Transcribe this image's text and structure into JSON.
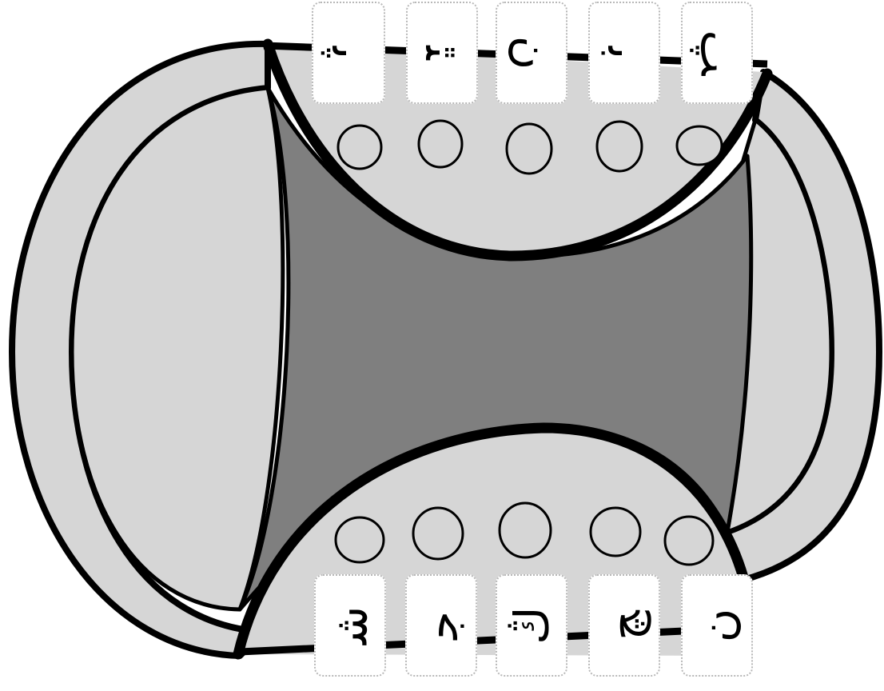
{
  "board": {
    "colors": {
      "outline": "#000000",
      "light_fill": "#d6d6d6",
      "dark_fill": "#7f7f7f",
      "card_fill": "#ffffff",
      "card_border": "#b8b8b8"
    },
    "top_row": {
      "cards": [
        {
          "glyph": "ﭘ"
        },
        {
          "glyph": "ﭥ"
        },
        {
          "glyph": "ن"
        },
        {
          "glyph": "ﺑ"
        },
        {
          "glyph": "ﭗ"
        }
      ],
      "empty_slots": 5
    },
    "bottom_row": {
      "cards": [
        {
          "glyph": "ﺷ"
        },
        {
          "glyph": "ﺟ"
        },
        {
          "glyph": "ﯓ"
        },
        {
          "glyph": "ﭻ"
        },
        {
          "glyph": "ن"
        }
      ],
      "empty_slots": 5
    }
  }
}
